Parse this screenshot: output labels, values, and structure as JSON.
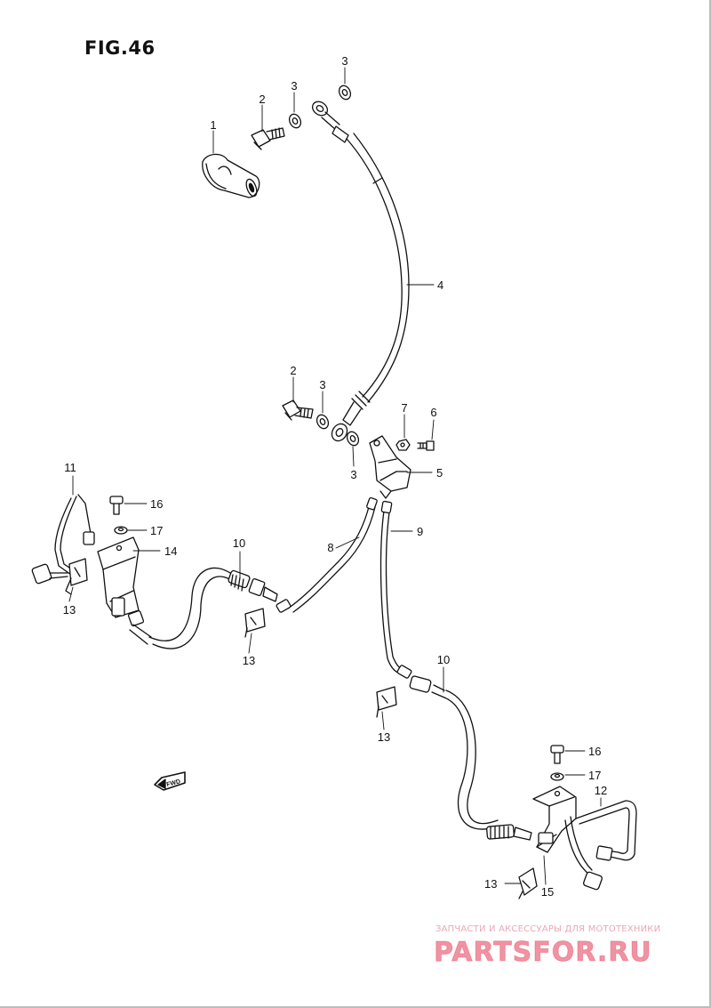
{
  "figure": {
    "title": "FIG.46"
  },
  "direction_marker": {
    "label": "FWD"
  },
  "callouts": [
    {
      "id": "c1",
      "label": "1"
    },
    {
      "id": "c2a",
      "label": "2"
    },
    {
      "id": "c3a",
      "label": "3"
    },
    {
      "id": "c3b",
      "label": "3"
    },
    {
      "id": "c4",
      "label": "4"
    },
    {
      "id": "c2b",
      "label": "2"
    },
    {
      "id": "c3c",
      "label": "3"
    },
    {
      "id": "c7",
      "label": "7"
    },
    {
      "id": "c6",
      "label": "6"
    },
    {
      "id": "c3d",
      "label": "3"
    },
    {
      "id": "c5",
      "label": "5"
    },
    {
      "id": "c11",
      "label": "11"
    },
    {
      "id": "c16a",
      "label": "16"
    },
    {
      "id": "c17a",
      "label": "17"
    },
    {
      "id": "c14",
      "label": "14"
    },
    {
      "id": "c10a",
      "label": "10"
    },
    {
      "id": "c8",
      "label": "8"
    },
    {
      "id": "c9",
      "label": "9"
    },
    {
      "id": "c13a",
      "label": "13"
    },
    {
      "id": "c13b",
      "label": "13"
    },
    {
      "id": "c10b",
      "label": "10"
    },
    {
      "id": "c13c",
      "label": "13"
    },
    {
      "id": "c16b",
      "label": "16"
    },
    {
      "id": "c17b",
      "label": "17"
    },
    {
      "id": "c12",
      "label": "12"
    },
    {
      "id": "c13d",
      "label": "13"
    },
    {
      "id": "c15",
      "label": "15"
    }
  ],
  "watermark": {
    "caption": "ЗАПЧАСТИ И АКСЕССУАРЫ ДЛЯ МОТОТЕХНИКИ",
    "logo": "PARTSFOR.RU"
  },
  "colors": {
    "line": "#111111",
    "watermark": "#e33a55"
  }
}
